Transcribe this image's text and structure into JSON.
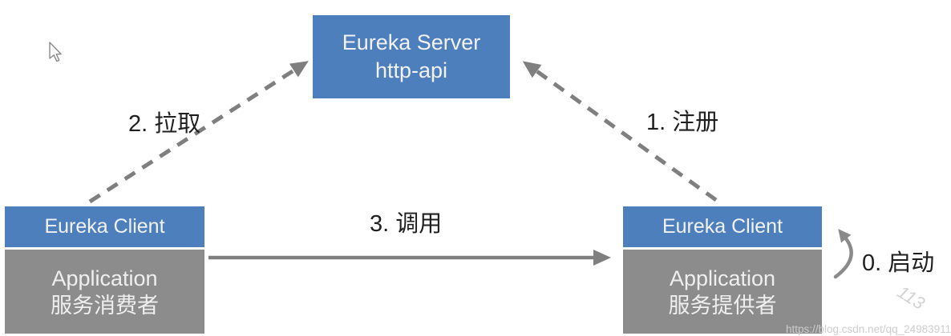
{
  "diagram": {
    "server_box": {
      "line1": "Eureka Server",
      "line2": "http-api"
    },
    "consumer": {
      "header": "Eureka Client",
      "app_line1": "Application",
      "app_line2": "服务消费者"
    },
    "provider": {
      "header": "Eureka Client",
      "app_line1": "Application",
      "app_line2": "服务提供者"
    },
    "arrows": {
      "start_label": "0. 启动",
      "register_label": "1. 注册",
      "pull_label": "2. 拉取",
      "invoke_label": "3. 调用"
    },
    "colors": {
      "box_blue": "#4e7fbd",
      "box_gray": "#8c8c8c",
      "arrow_gray": "#7f7f7f",
      "label_text": "#1f1f1f",
      "box_text": "#f2f2f2"
    }
  },
  "watermarks": {
    "url": "https://blog.csdn.net/qq_24983911",
    "diagonal": "113"
  }
}
